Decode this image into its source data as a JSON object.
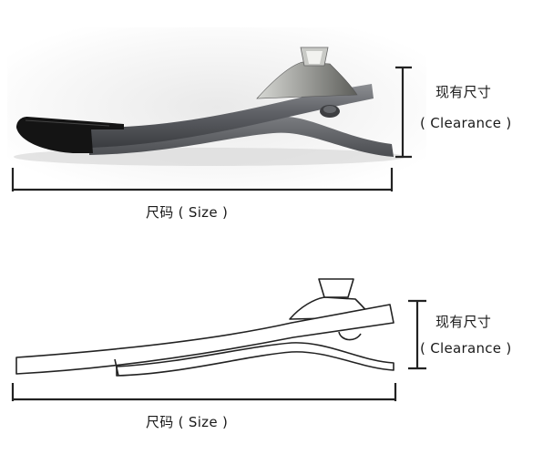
{
  "top": {
    "height_label": "现有尺寸",
    "height_label_en": "( Clearance )",
    "width_label": "尺码 ( Size )"
  },
  "bottom": {
    "height_label": "现有尺寸",
    "height_label_en": "( Clearance )",
    "width_label": "尺码 ( Size )"
  }
}
